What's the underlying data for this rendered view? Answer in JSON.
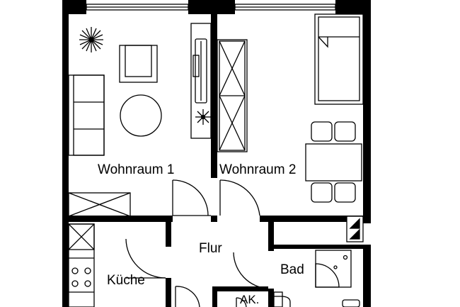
{
  "rooms": {
    "wohnraum_1": "Wohnraum 1",
    "wohnraum_2": "Wohnraum 2",
    "flur": "Flur",
    "kueche": "Küche",
    "bad": "Bad",
    "abstellkammer": "AK."
  },
  "colors": {
    "wall": "#000000",
    "line": "#000000",
    "background": "#ffffff"
  }
}
